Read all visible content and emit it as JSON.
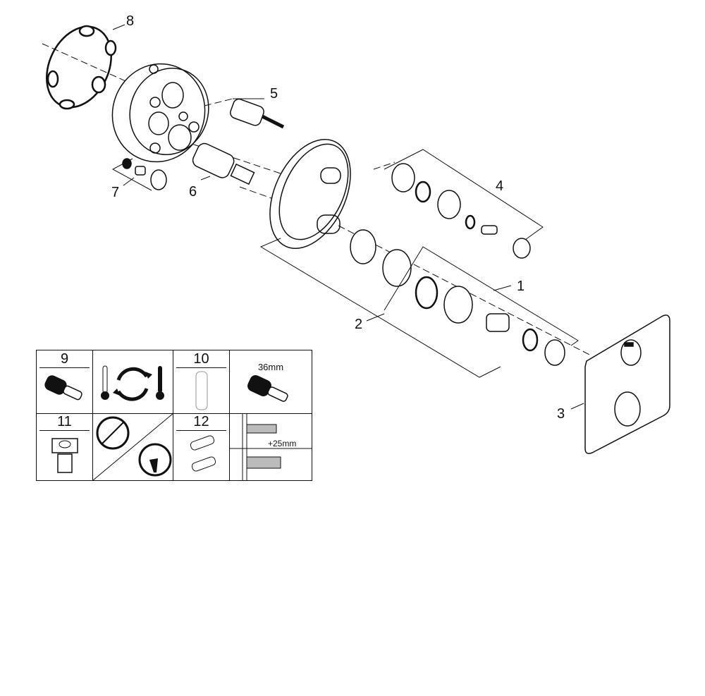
{
  "diagram": {
    "type": "exploded-parts-view",
    "subject": "Concealed thermostatic shower mixer with trim plate",
    "callouts": [
      {
        "id": "1",
        "label": "1",
        "part": "Handle/trim set group (lower knob)"
      },
      {
        "id": "2",
        "label": "2",
        "part": "Sleeve and escutcheon rosette group"
      },
      {
        "id": "3",
        "label": "3",
        "part": "Square trim plate with two knob openings"
      },
      {
        "id": "4",
        "label": "4",
        "part": "Upper knob/diverter handle group"
      },
      {
        "id": "5",
        "label": "5",
        "part": "Diverter cartridge"
      },
      {
        "id": "6",
        "label": "6",
        "part": "Thermostatic cartridge"
      },
      {
        "id": "7",
        "label": "7",
        "part": "Check valve / plug set"
      },
      {
        "id": "8",
        "label": "8",
        "part": "Sealing gasket ring"
      }
    ],
    "legend": {
      "rows": [
        [
          {
            "number": "9",
            "icon": "thermostatic-cartridge-icon"
          },
          {
            "number": "",
            "icon": "hot-cold-reversal-icon"
          },
          {
            "number": "10",
            "icon": "extension-sleeve-icon"
          },
          {
            "number": "",
            "label": "36mm",
            "icon": "cartridge-36mm-icon"
          }
        ],
        [
          {
            "number": "11",
            "icon": "adapter-nut-icon"
          },
          {
            "number": "",
            "icon": "lever-handle-no-yes-icon"
          },
          {
            "number": "12",
            "icon": "extension-spindles-icon"
          },
          {
            "number": "",
            "label": "+25mm",
            "icon": "wall-extension-icon"
          }
        ]
      ]
    }
  }
}
